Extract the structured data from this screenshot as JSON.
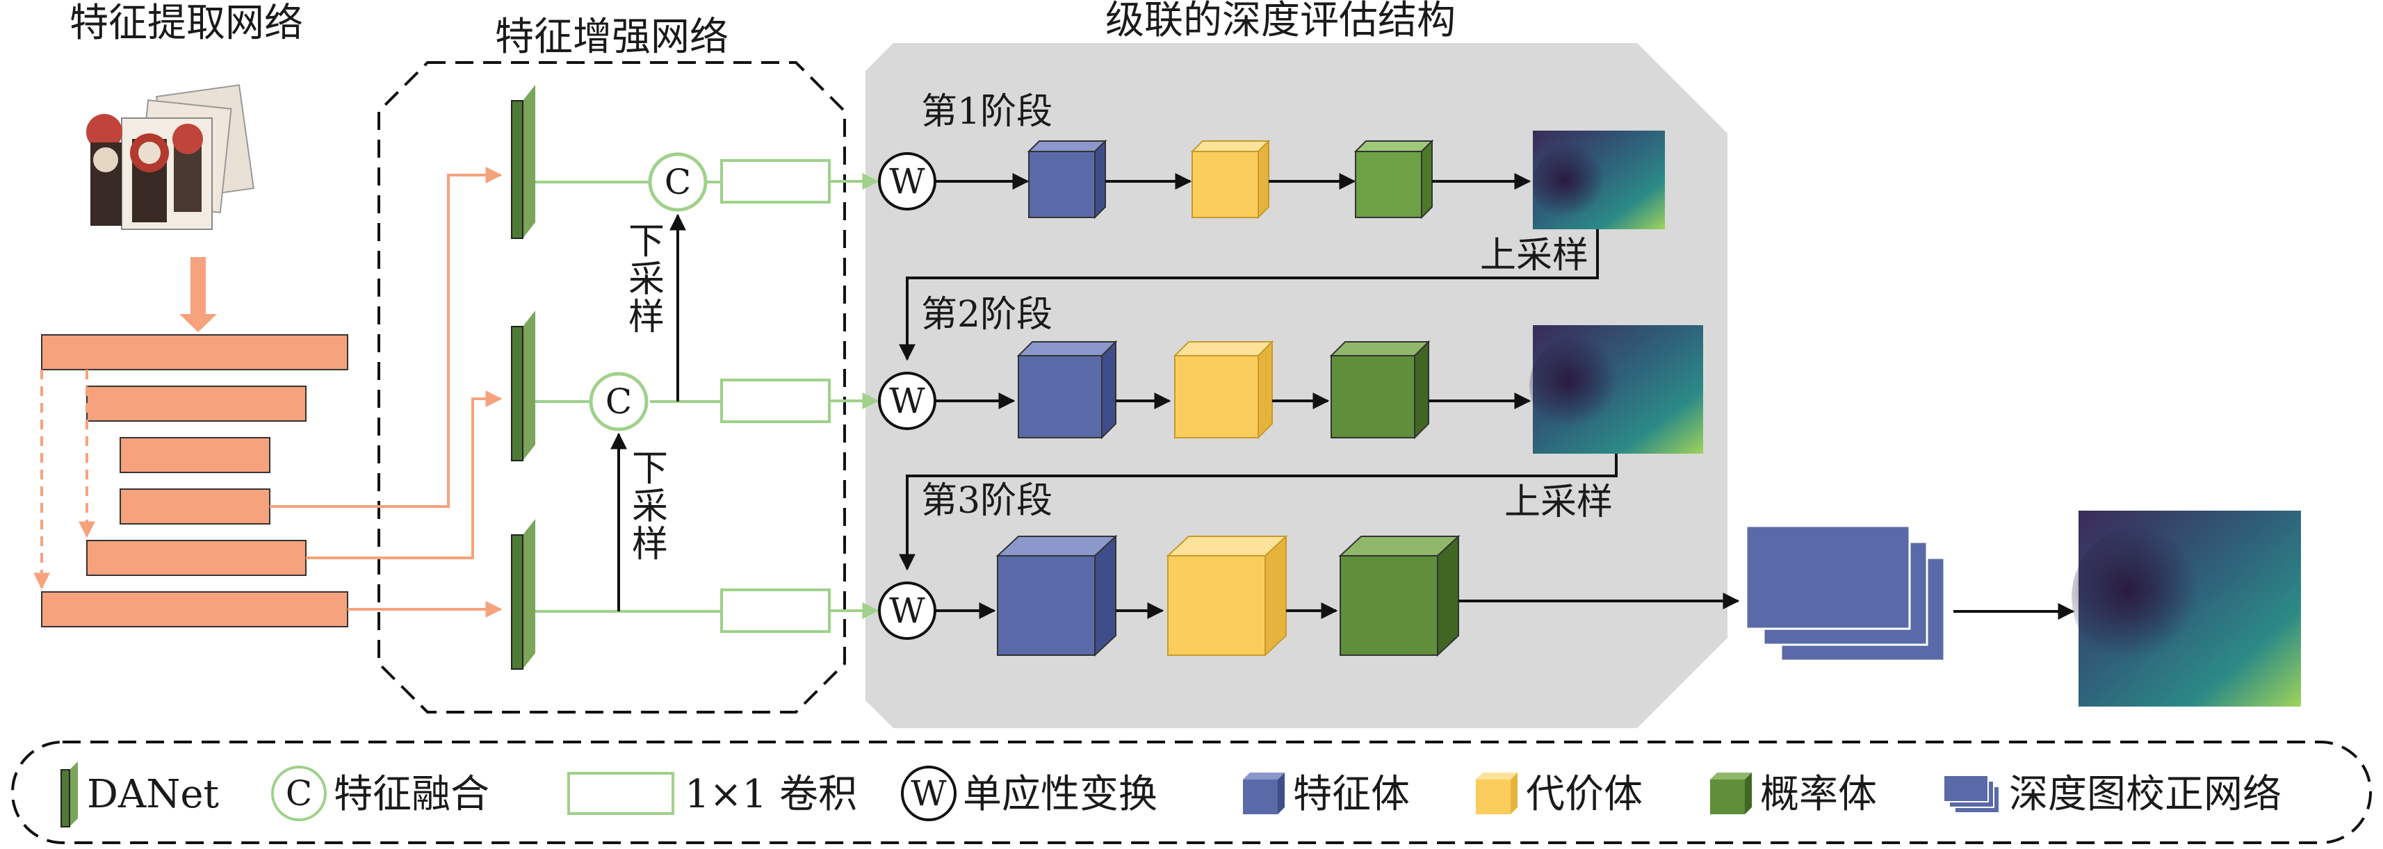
{
  "titles": {
    "feature_extraction": "特征提取网络",
    "feature_enhancement": "特征增强网络",
    "cascade_depth": "级联的深度评估结构"
  },
  "stages": [
    "第1阶段",
    "第2阶段",
    "第3阶段"
  ],
  "upsample": [
    "上采样",
    "上采样"
  ],
  "downsample": [
    "下采样",
    "下采样"
  ],
  "circle_labels": {
    "fusion": "C",
    "warp": "W"
  },
  "legend": [
    {
      "icon": "danet",
      "label": "DANet"
    },
    {
      "icon": "fusion",
      "label": "特征融合"
    },
    {
      "icon": "conv",
      "label": "1×1 卷积"
    },
    {
      "icon": "warp",
      "label": "单应性变换"
    },
    {
      "icon": "feature-volume",
      "label": "特征体"
    },
    {
      "icon": "cost-volume",
      "label": "代价体"
    },
    {
      "icon": "prob-volume",
      "label": "概率体"
    },
    {
      "icon": "refine-net",
      "label": "深度图校正网络"
    }
  ],
  "colors": {
    "orange": "#f6a27c",
    "green_line": "#9fd18a",
    "danet": "#4f7a36",
    "feature_volume": "#5a6aa8",
    "cost_volume": "#fbcd5c",
    "prob_volume": "#5f8f3a",
    "cascade_bg": "#d9d9d9"
  }
}
